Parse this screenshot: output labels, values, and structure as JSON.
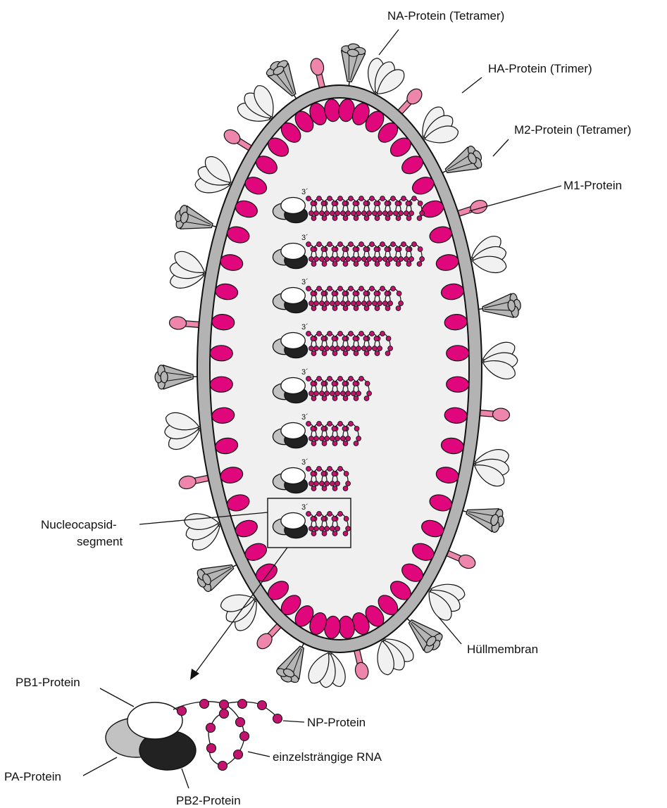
{
  "labels": {
    "na": "NA-Protein (Tetramer)",
    "ha": "HA-Protein (Trimer)",
    "m2": "M2-Protein (Tetramer)",
    "m1": "M1-Protein",
    "nucleocapsid_line1": "Nucleocapsid-",
    "nucleocapsid_line2": "segment",
    "huellmembran": "Hüllmembran",
    "pb1": "PB1-Protein",
    "np": "NP-Protein",
    "rna": "einzelsträngige RNA",
    "pa": "PA-Protein",
    "pb2": "PB2-Protein"
  },
  "segments": {
    "end_label": "3´",
    "count": 8
  },
  "colors": {
    "m1": "#e0077d",
    "m2": "#ee85ab",
    "membrane": "#b3b3b3",
    "interior": "#f0f0f0",
    "na": "#b5b5b5",
    "ha": "#f1f1f1",
    "pb2": "#222222",
    "pa": "#c2c2c2",
    "pb1": "#ffffff",
    "rna_bead": "#c2136f",
    "outline": "#111111"
  },
  "icons": {
    "na": "tetramer-cone-icon",
    "ha": "trimer-petal-icon",
    "m2": "ion-channel-icon",
    "m1": "matrix-protein-icon",
    "polymerase": "polymerase-complex-icon"
  }
}
